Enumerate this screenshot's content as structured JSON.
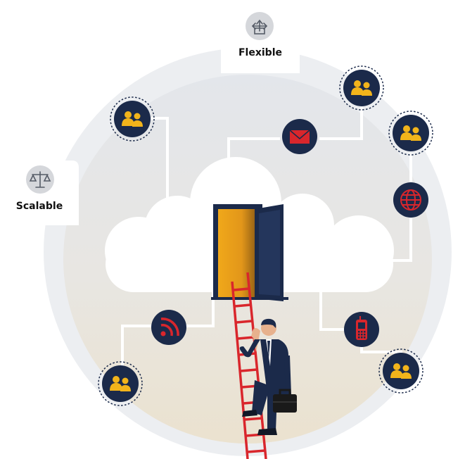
{
  "features": {
    "flexible": {
      "label": "Flexible",
      "icon": "arrows-expand-icon"
    },
    "scalable": {
      "label": "Scalable",
      "icon": "balance-scale-icon"
    }
  },
  "nodes": [
    {
      "name": "users-node-top-left",
      "icon": "users-icon"
    },
    {
      "name": "users-node-top-right",
      "icon": "users-icon"
    },
    {
      "name": "users-node-right",
      "icon": "users-icon"
    },
    {
      "name": "users-node-bottom-left",
      "icon": "users-icon"
    },
    {
      "name": "users-node-bottom-right",
      "icon": "users-icon"
    },
    {
      "name": "email-node",
      "icon": "envelope-icon"
    },
    {
      "name": "globe-node",
      "icon": "globe-icon"
    },
    {
      "name": "rss-node",
      "icon": "rss-icon"
    },
    {
      "name": "phone-node",
      "icon": "mobile-phone-icon"
    }
  ],
  "colors": {
    "navy": "#1b2a4a",
    "gold": "#f2b41b",
    "red": "#d9262c",
    "ring": "#e9ebee",
    "inner_top": "#e4e7ec",
    "inner_bottom": "#ece3d2",
    "connector": "#ffffff"
  }
}
